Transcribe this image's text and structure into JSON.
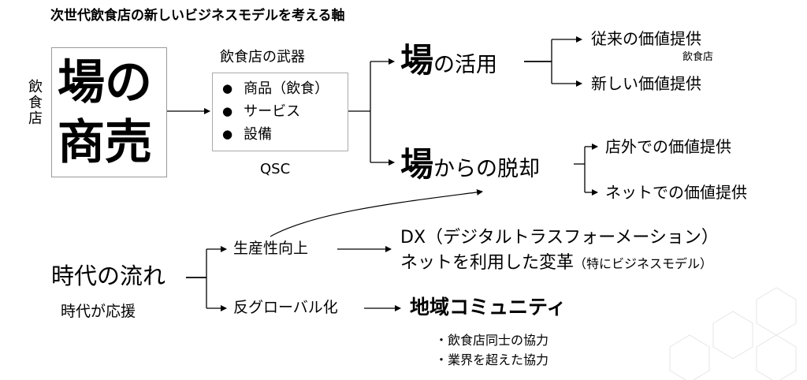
{
  "title": "次世代飲食店の新しいビジネスモデルを考える軸",
  "left_block": {
    "side_label": "飲食店",
    "big_text_line1": "場の",
    "big_text_line2": "商売"
  },
  "weapons": {
    "heading": "飲食店の武器",
    "items": [
      "商品（飲食）",
      "サービス",
      "設備"
    ],
    "footer": "QSC"
  },
  "use_of_place": {
    "head": "場",
    "tail": "の活用",
    "branches": [
      "従来の価値提供",
      "新しい価値提供"
    ],
    "branch_note": "飲食店"
  },
  "escape_place": {
    "head": "場",
    "tail": "からの脱却",
    "branches": [
      "店外での価値提供",
      "ネットでの価値提供"
    ]
  },
  "trend": {
    "label": "時代の流れ",
    "sub": "時代が応援",
    "productivity": "生産性向上",
    "dx_line1": "DX（デジタルトラスフォーメーション）",
    "dx_line2_main": "ネットを利用した変革",
    "dx_line2_note": "（特にビジネスモデル）",
    "anti_global": "反グローバル化",
    "community": "地域コミュニティ",
    "community_points": [
      "・飲食店同士の協力",
      "・業界を超えた協力"
    ]
  }
}
